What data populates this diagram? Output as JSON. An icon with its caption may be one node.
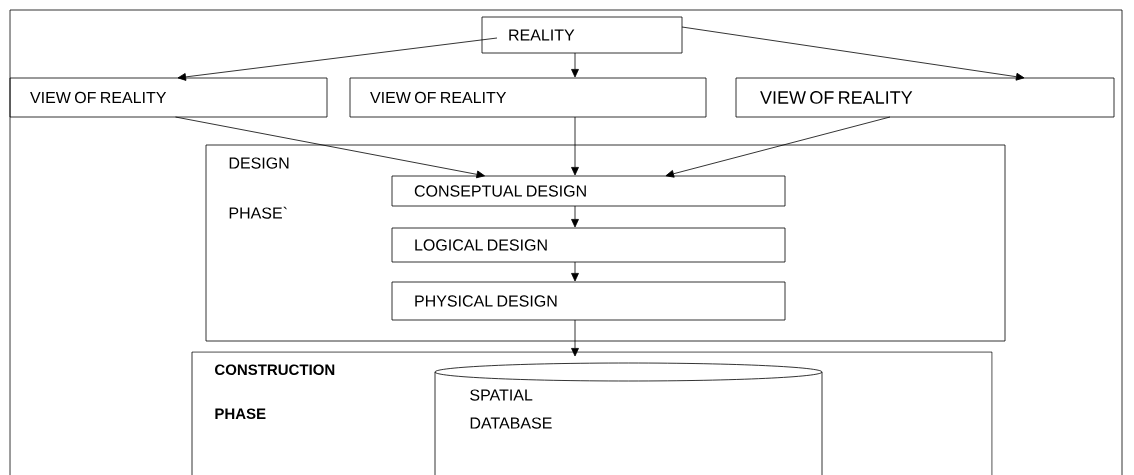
{
  "diagram": {
    "nodes": [
      {
        "text": [
          "REALITY"
        ]
      },
      {
        "text": [
          "VIEW OF REALITY"
        ]
      },
      {
        "text": [
          "VIEW OF REALITY"
        ]
      },
      {
        "text": [
          "VIEW OF REALITY"
        ]
      },
      {
        "text": [
          "DESIGN PHASE`"
        ]
      },
      {
        "text": [
          "CONSEPTUAL DESIGN"
        ],
        "in": 4
      },
      {
        "text": [
          "LOGICAL DESIGN"
        ],
        "in": 4
      },
      {
        "text": [
          "PHYSICAL DESIGN"
        ],
        "in": 4
      },
      {
        "text": [
          "CONSTRUCTION PHASE"
        ]
      },
      {
        "text": [
          "SPATIAL DATABASE"
        ],
        "in": 8
      }
    ],
    "edges": [
      {
        "from": 0,
        "to": 1,
        "arrow": "to"
      },
      {
        "from": 0,
        "to": 2,
        "arrow": "to"
      },
      {
        "from": 0,
        "to": 3,
        "arrow": "to"
      },
      {
        "from": 1,
        "to": 5,
        "arrow": "to"
      },
      {
        "from": 2,
        "to": 5,
        "arrow": "to"
      },
      {
        "from": 3,
        "to": 5,
        "arrow": "to"
      },
      {
        "from": 5,
        "to": 6,
        "arrow": "to"
      },
      {
        "from": 6,
        "to": 7,
        "arrow": "to"
      },
      {
        "from": 7,
        "to": 9,
        "arrow": "to"
      }
    ]
  }
}
